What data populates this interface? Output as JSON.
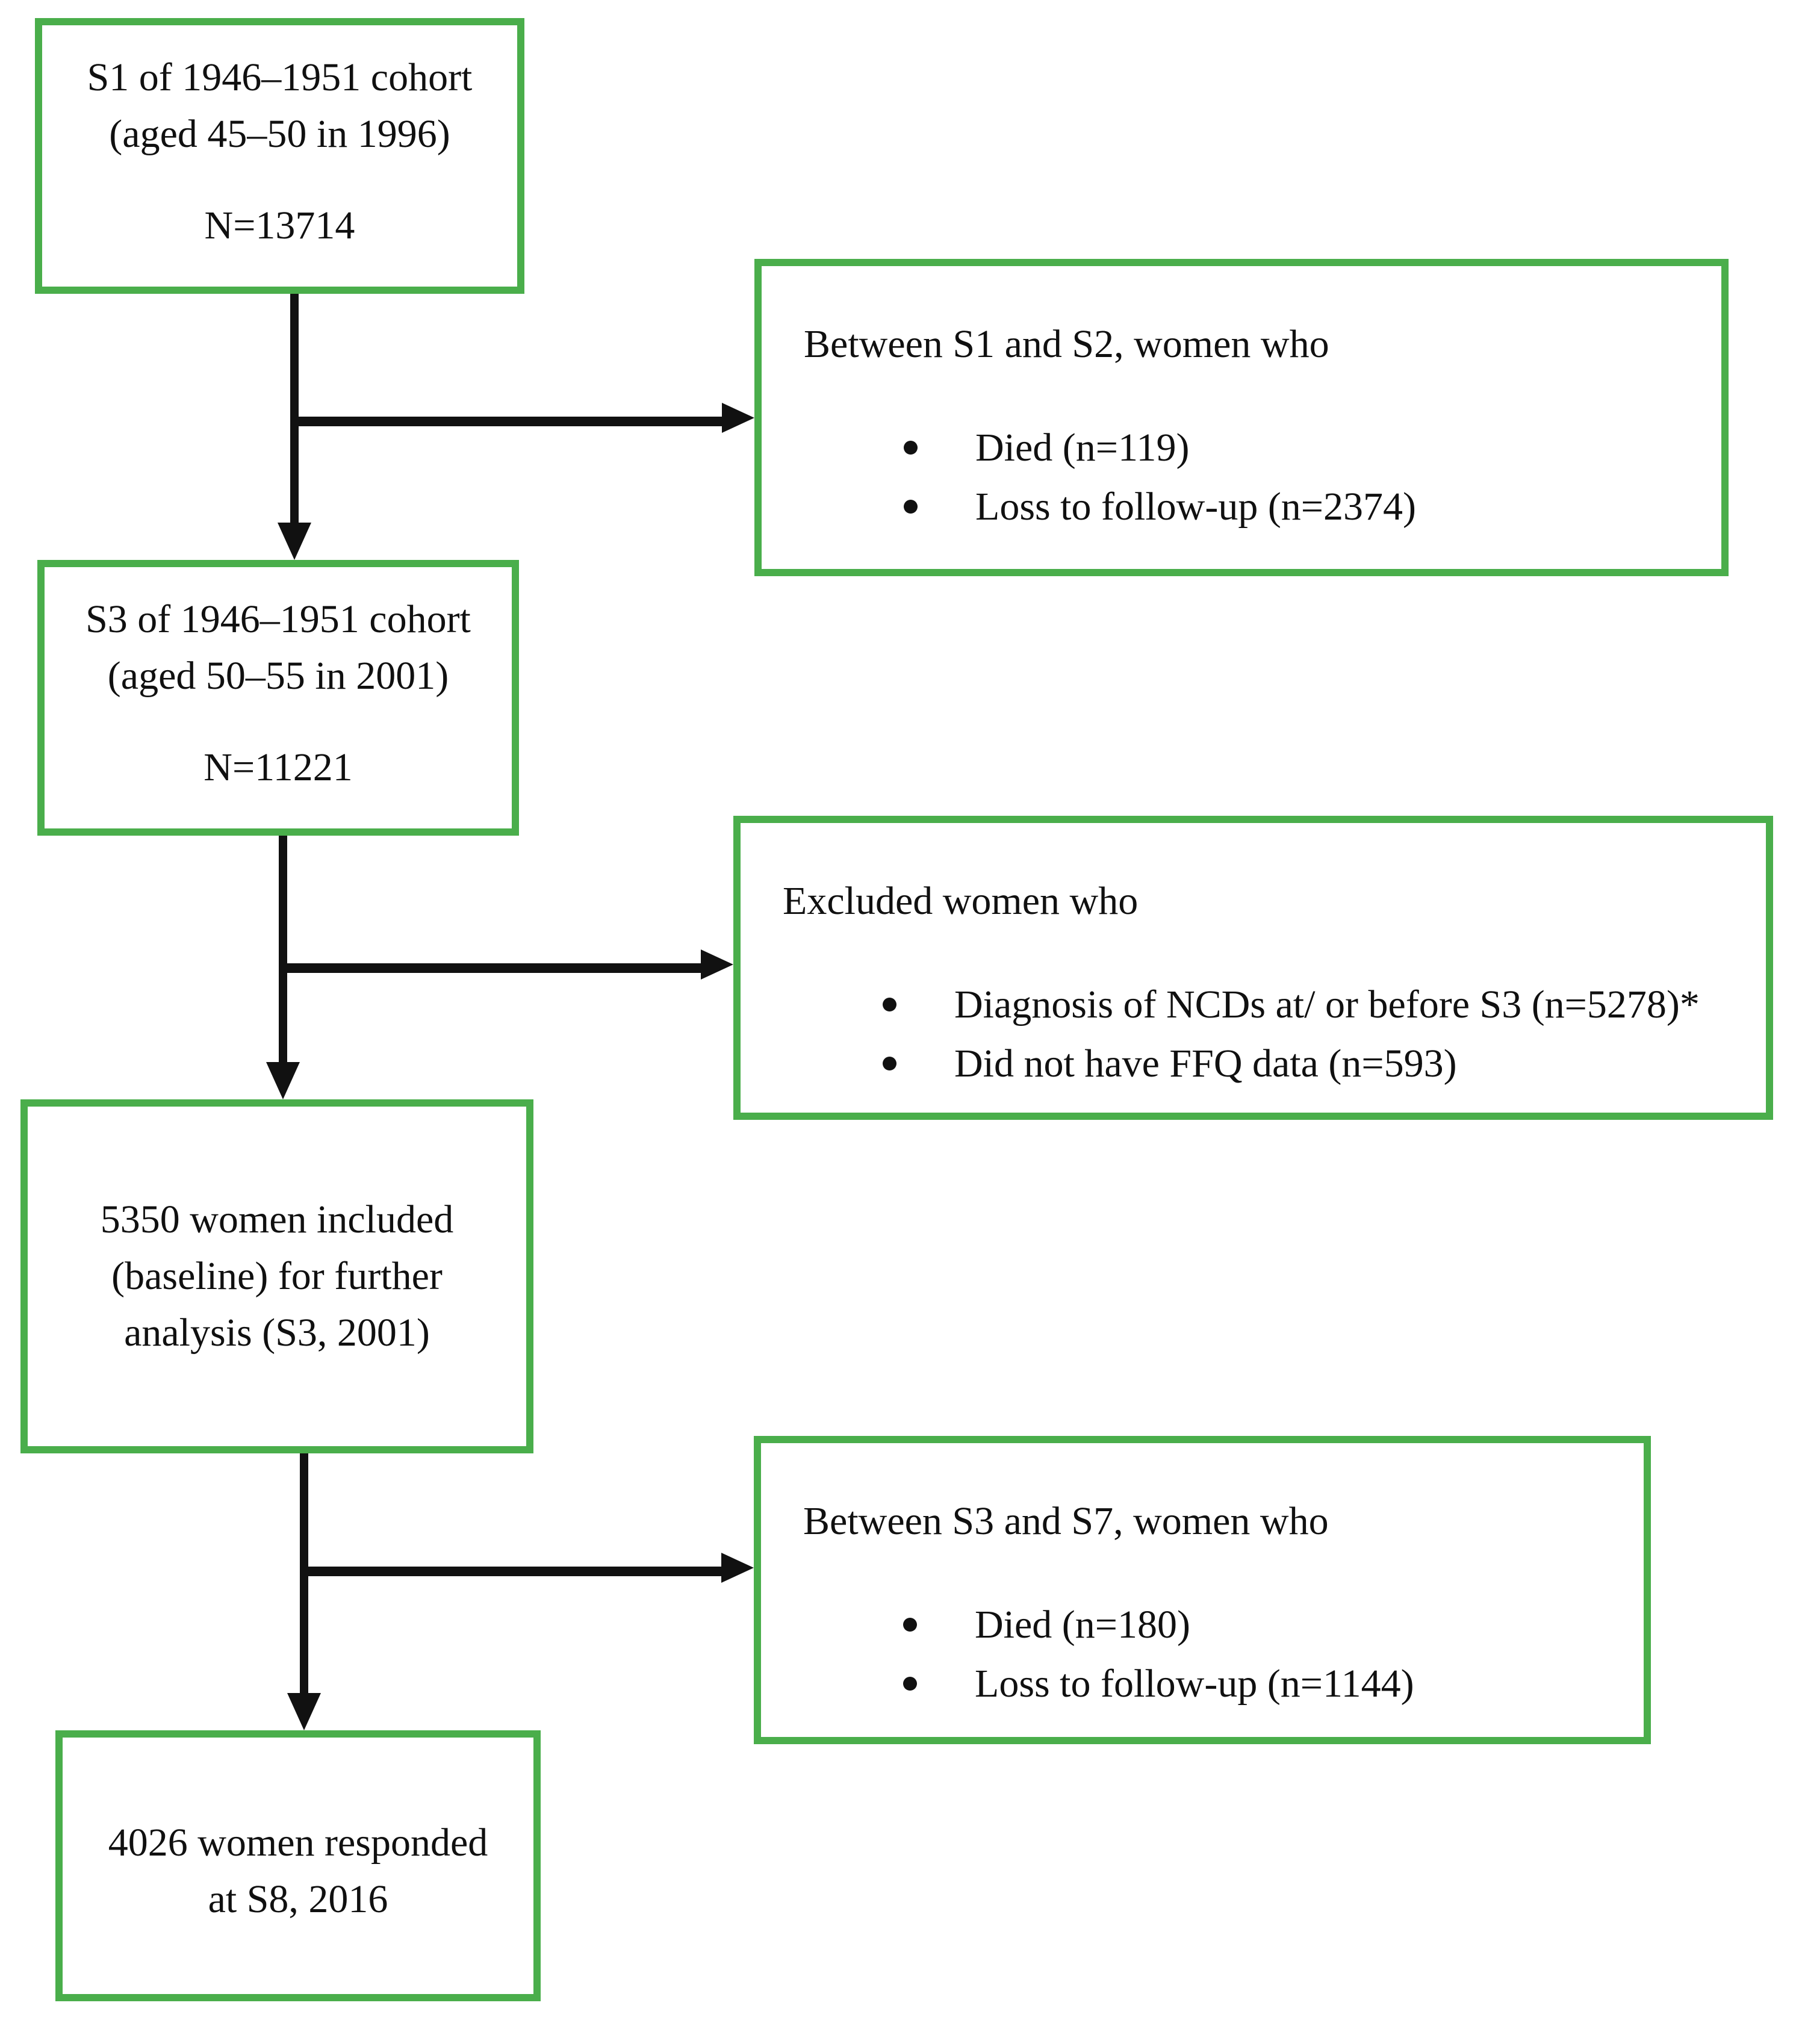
{
  "figure": {
    "type": "participant-flow-diagram",
    "accent_border_color": "#4aae4b",
    "arrow_color": "#111111",
    "main_boxes": [
      {
        "id": "s1-cohort",
        "lines": [
          "S1 of 1946–1951 cohort",
          "(aged 45–50 in 1996)"
        ],
        "count": "N=13714"
      },
      {
        "id": "s3-cohort",
        "lines": [
          "S3 of 1946–1951 cohort",
          "(aged 50–55 in 2001)"
        ],
        "count": "N=11221"
      },
      {
        "id": "included-baseline",
        "lines": [
          "5350 women included",
          "(baseline) for further",
          "analysis (S3, 2001)"
        ]
      },
      {
        "id": "responded-s8",
        "lines": [
          "4026 women responded",
          "at S8, 2016"
        ]
      }
    ],
    "side_boxes": [
      {
        "id": "between-s1-s2",
        "title": "Between S1 and S2, women who",
        "bullets": [
          "Died (n=119)",
          "Loss to follow-up (n=2374)"
        ]
      },
      {
        "id": "excluded-at-s3",
        "title": "Excluded women who",
        "bullets": [
          "Diagnosis of NCDs at/ or before S3 (n=5278)*",
          "Did not have FFQ data (n=593)"
        ]
      },
      {
        "id": "between-s3-s7",
        "title": "Between S3 and S7, women who",
        "bullets": [
          "Died (n=180)",
          "Loss to follow-up (n=1144)"
        ]
      }
    ]
  }
}
